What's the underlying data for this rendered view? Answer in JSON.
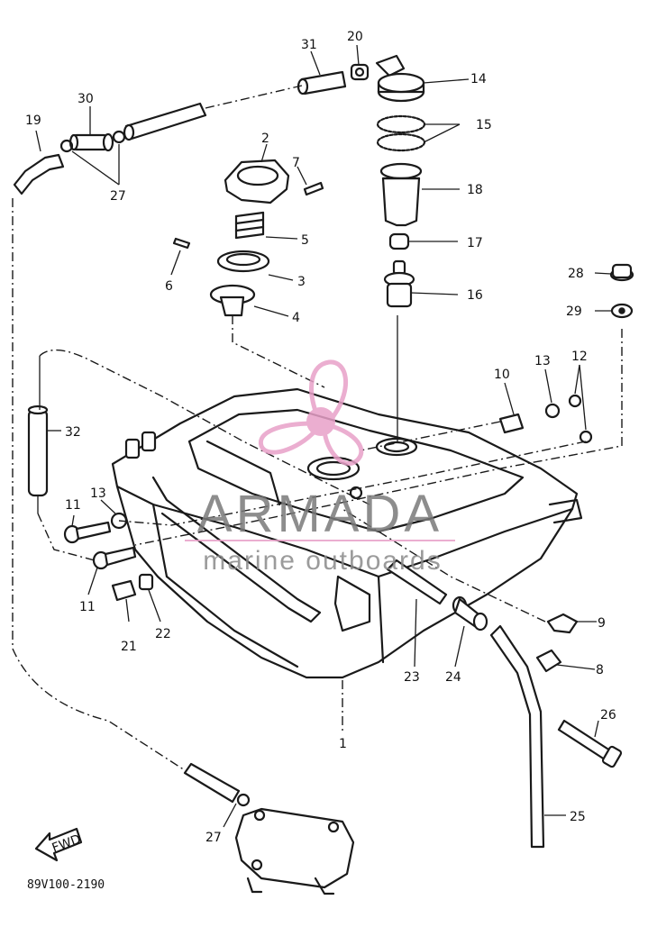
{
  "diagram": {
    "drawing_code": "89V100-2190",
    "fwd_label": "FWD",
    "callouts": [
      {
        "id": "c1",
        "label": "1"
      },
      {
        "id": "c2",
        "label": "2"
      },
      {
        "id": "c3",
        "label": "3"
      },
      {
        "id": "c4",
        "label": "4"
      },
      {
        "id": "c5",
        "label": "5"
      },
      {
        "id": "c6",
        "label": "6"
      },
      {
        "id": "c7",
        "label": "7"
      },
      {
        "id": "c8",
        "label": "8"
      },
      {
        "id": "c9",
        "label": "9"
      },
      {
        "id": "c10",
        "label": "10"
      },
      {
        "id": "c11a",
        "label": "11"
      },
      {
        "id": "c11b",
        "label": "11"
      },
      {
        "id": "c12",
        "label": "12"
      },
      {
        "id": "c13a",
        "label": "13"
      },
      {
        "id": "c13b",
        "label": "13"
      },
      {
        "id": "c14",
        "label": "14"
      },
      {
        "id": "c15",
        "label": "15"
      },
      {
        "id": "c16",
        "label": "16"
      },
      {
        "id": "c17",
        "label": "17"
      },
      {
        "id": "c18",
        "label": "18"
      },
      {
        "id": "c19",
        "label": "19"
      },
      {
        "id": "c20",
        "label": "20"
      },
      {
        "id": "c21",
        "label": "21"
      },
      {
        "id": "c22",
        "label": "22"
      },
      {
        "id": "c23",
        "label": "23"
      },
      {
        "id": "c24",
        "label": "24"
      },
      {
        "id": "c25",
        "label": "25"
      },
      {
        "id": "c26",
        "label": "26"
      },
      {
        "id": "c27a",
        "label": "27"
      },
      {
        "id": "c27b",
        "label": "27"
      },
      {
        "id": "c28",
        "label": "28"
      },
      {
        "id": "c29",
        "label": "29"
      },
      {
        "id": "c30",
        "label": "30"
      },
      {
        "id": "c31",
        "label": "31"
      },
      {
        "id": "c32",
        "label": "32"
      }
    ]
  },
  "watermark": {
    "brand": "ARMADA",
    "tagline": "marine outboards",
    "logo_color": "#e8a0c8",
    "text_color": "#7a7a7a"
  }
}
